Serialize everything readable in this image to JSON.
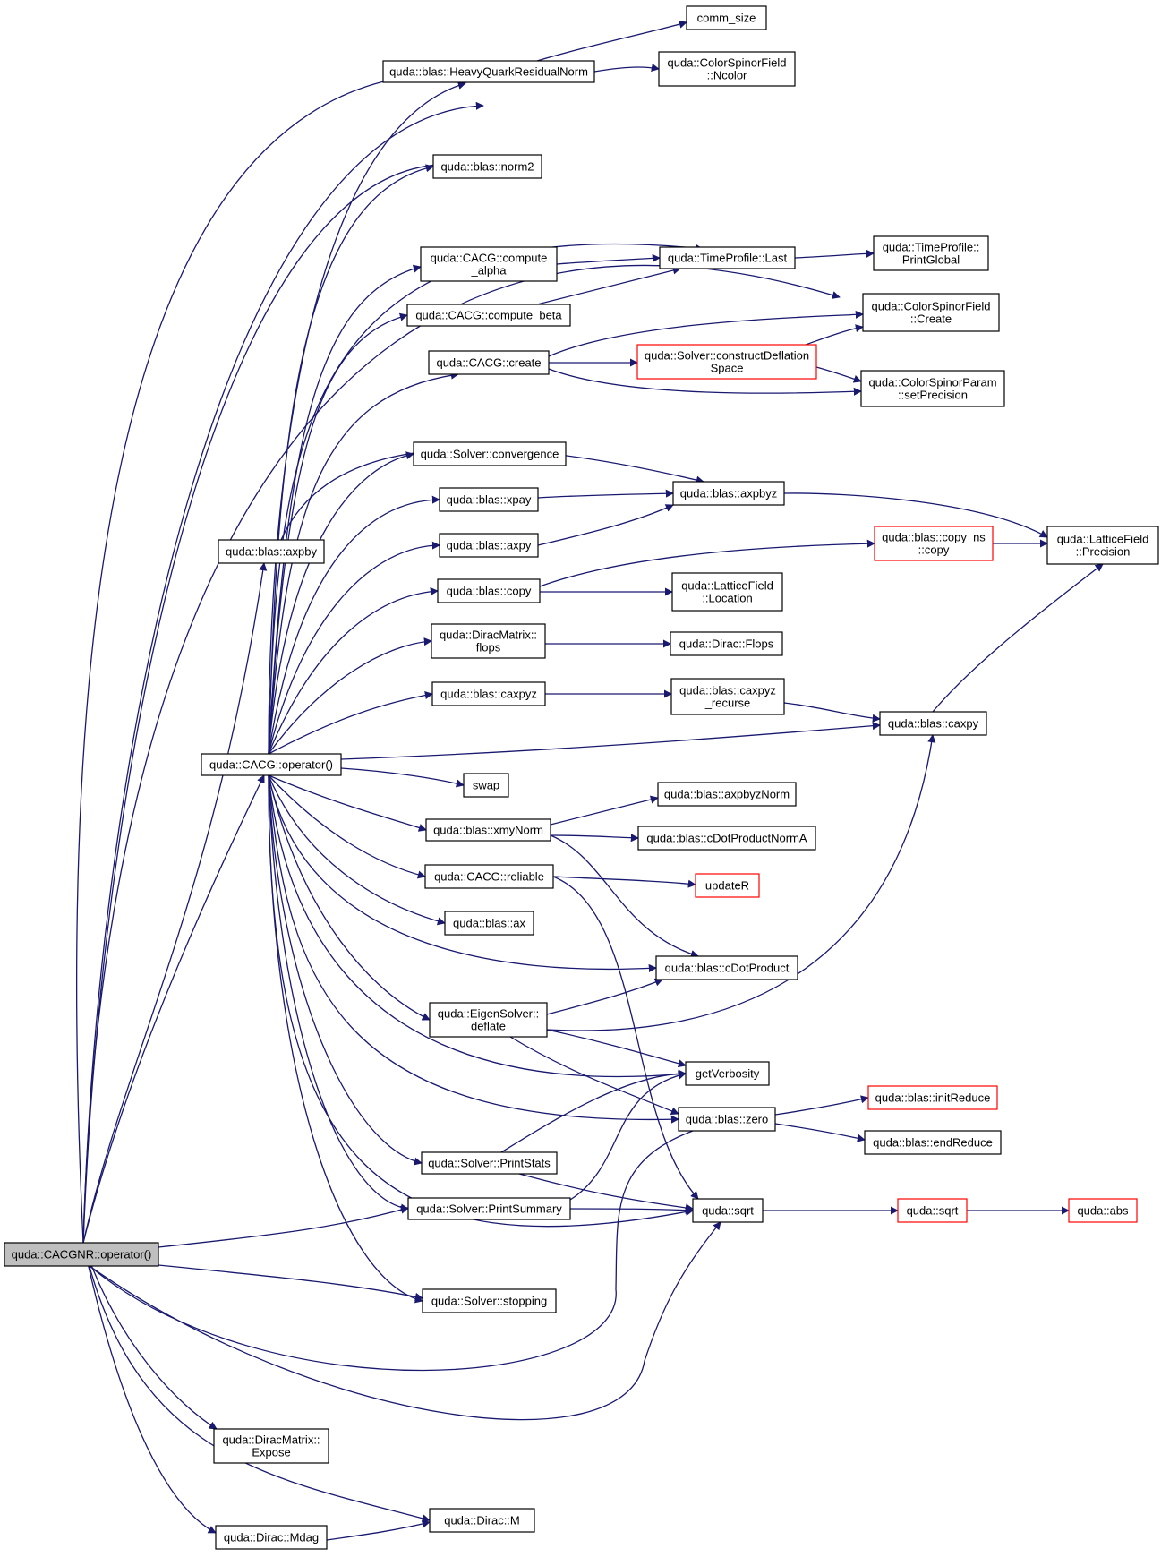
{
  "nodes": {
    "root": [
      "quda::CACGNR::operator()"
    ],
    "cacg_op": [
      "quda::CACG::operator()"
    ],
    "axpby": [
      "quda::blas::axpby"
    ],
    "dm_expose": [
      "quda::DiracMatrix::",
      "Expose"
    ],
    "dirac_mdag": [
      "quda::Dirac::Mdag"
    ],
    "dirac_m": [
      "quda::Dirac::M"
    ],
    "hqrn": [
      "quda::blas::HeavyQuarkResidualNorm"
    ],
    "norm2": [
      "quda::blas::norm2"
    ],
    "comp_alpha": [
      "quda::CACG::compute",
      "_alpha"
    ],
    "comp_beta": [
      "quda::CACG::compute_beta"
    ],
    "create": [
      "quda::CACG::create"
    ],
    "convergence": [
      "quda::Solver::convergence"
    ],
    "xpay": [
      "quda::blas::xpay"
    ],
    "axpy": [
      "quda::blas::axpy"
    ],
    "copy": [
      "quda::blas::copy"
    ],
    "dm_flops": [
      "quda::DiracMatrix::",
      "flops"
    ],
    "caxpyz": [
      "quda::blas::caxpyz"
    ],
    "swap": [
      "swap"
    ],
    "xmynorm": [
      "quda::blas::xmyNorm"
    ],
    "reliable": [
      "quda::CACG::reliable"
    ],
    "ax": [
      "quda::blas::ax"
    ],
    "deflate": [
      "quda::EigenSolver::",
      "deflate"
    ],
    "printstats": [
      "quda::Solver::PrintStats"
    ],
    "printsummary": [
      "quda::Solver::PrintSummary"
    ],
    "stopping": [
      "quda::Solver::stopping"
    ],
    "comm_size": [
      "comm_size"
    ],
    "ncolor": [
      "quda::ColorSpinorField",
      "::Ncolor"
    ],
    "tp_last": [
      "quda::TimeProfile::Last"
    ],
    "tp_printglobal": [
      "quda::TimeProfile::",
      "PrintGlobal"
    ],
    "csf_create": [
      "quda::ColorSpinorField",
      "::Create"
    ],
    "construct_defl": [
      "quda::Solver::constructDeflation",
      "Space"
    ],
    "csp_setprec": [
      "quda::ColorSpinorParam",
      "::setPrecision"
    ],
    "axpbyz": [
      "quda::blas::axpbyz"
    ],
    "copy_ns": [
      "quda::blas::copy_ns",
      "::copy"
    ],
    "lf_precision": [
      "quda::LatticeField",
      "::Precision"
    ],
    "lf_location": [
      "quda::LatticeField",
      "::Location"
    ],
    "dirac_flops": [
      "quda::Dirac::Flops"
    ],
    "caxpyz_rec": [
      "quda::blas::caxpyz",
      "_recurse"
    ],
    "caxpy": [
      "quda::blas::caxpy"
    ],
    "axpbyznorm": [
      "quda::blas::axpbyzNorm"
    ],
    "cdotnorma": [
      "quda::blas::cDotProductNormA"
    ],
    "updater": [
      "updateR"
    ],
    "cdot": [
      "quda::blas::cDotProduct"
    ],
    "getverbosity": [
      "getVerbosity"
    ],
    "zero": [
      "quda::blas::zero"
    ],
    "initreduce": [
      "quda::blas::initReduce"
    ],
    "endreduce": [
      "quda::blas::endReduce"
    ],
    "sqrt1": [
      "quda::sqrt"
    ],
    "sqrt2": [
      "quda::sqrt"
    ],
    "abs": [
      "quda::abs"
    ]
  },
  "red_nodes": [
    "construct_defl",
    "copy_ns",
    "updater",
    "initreduce",
    "sqrt2",
    "abs"
  ],
  "highlighted_node": "root",
  "colors": {
    "edge": "#191970",
    "node_border": "#000000",
    "node_border_red": "#ff0000",
    "highlight_fill": "#bfbfbf"
  }
}
